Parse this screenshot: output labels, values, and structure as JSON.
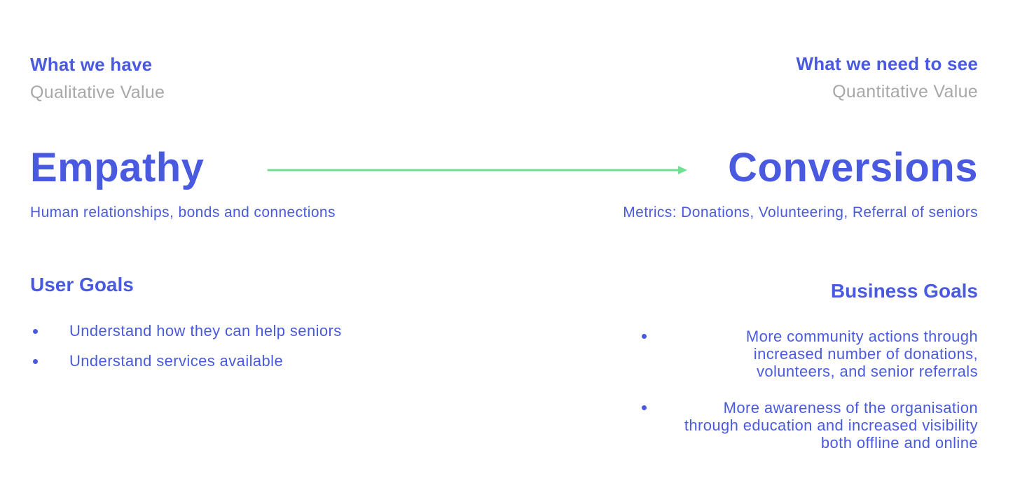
{
  "left": {
    "kicker": "What we have",
    "subtitle": "Qualitative Value",
    "headline": "Empathy",
    "description": "Human relationships, bonds and connections",
    "goals_title": "User Goals",
    "goals": [
      "Understand how they can help seniors",
      "Understand services available"
    ]
  },
  "right": {
    "kicker": "What we need to see",
    "subtitle": "Quantitative Value",
    "headline": "Conversions",
    "description": "Metrics: Donations, Volunteering, Referral of seniors",
    "goals_title": "Business Goals",
    "goals": [
      "More community actions through increased number of donations, volunteers, and senior referrals",
      "More awareness of the organisation through education and increased visibility both offline and online"
    ]
  },
  "colors": {
    "text_blue": "#4a5ae0",
    "subtitle_grey": "#a8a8a8",
    "arrow_green": "#6ee08f"
  },
  "icons": {
    "connector": "arrow-right-icon",
    "bullet": "bullet-dot-icon"
  }
}
